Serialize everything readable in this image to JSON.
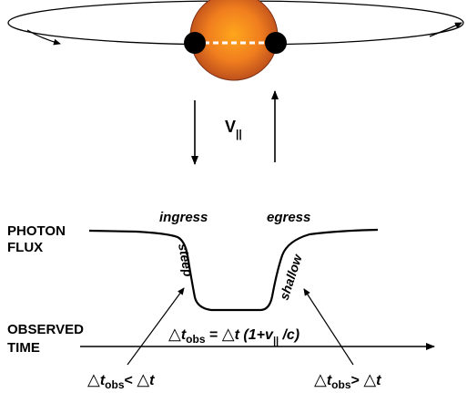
{
  "labels": {
    "v_main": "V",
    "v_sub": "||",
    "photon_flux_line1": "PHOTON",
    "photon_flux_line2": "FLUX",
    "ingress": "ingress",
    "egress": "egress",
    "steep": "steep",
    "shallow": "shallow",
    "observed_line1": "OBSERVED",
    "observed_line2": "TIME",
    "equation": {
      "delta1": "△",
      "t1": "t",
      "obs1": "obs",
      "equals": " = ",
      "delta2": "△",
      "t2": "t",
      "paren": " (1+v",
      "sub": "||",
      "close": " /c)"
    },
    "left_relation": {
      "delta1": "△",
      "t1": "t",
      "obs": "obs",
      "op": "< ",
      "delta2": "△",
      "t2": "t"
    },
    "right_relation": {
      "delta1": "△",
      "t1": "t",
      "obs": "obs",
      "op": "> ",
      "delta2": "△",
      "t2": "t"
    }
  },
  "colors": {
    "star_edge": "#b84a1c",
    "star_center": "#ffa21a",
    "star_mid": "#e8731d",
    "planet": "#000000",
    "line": "#000000"
  }
}
